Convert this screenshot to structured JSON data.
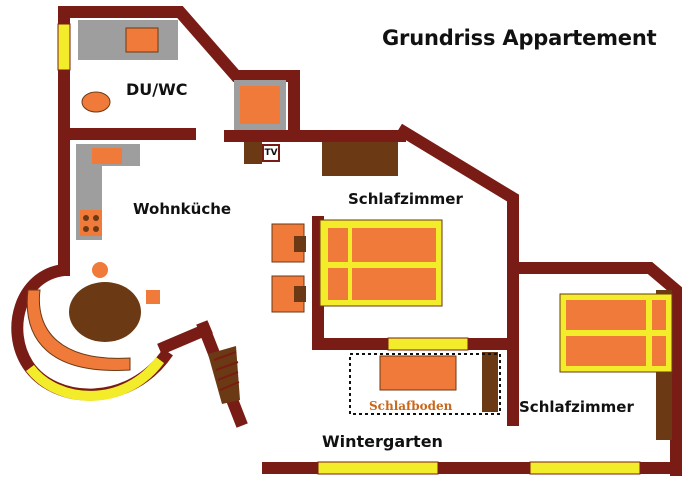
{
  "title": "Grundriss Appartement",
  "rooms": {
    "du_wc": "DU/WC",
    "wohnkueche": "Wohnküche",
    "schlafzimmer_1": "Schlafzimmer",
    "schlafzimmer_2": "Schlafzimmer",
    "schlafboden": "Schlafboden",
    "wintergarten": "Wintergarten"
  },
  "fixtures": {
    "tv_label": "TV"
  },
  "colors": {
    "wall": "#7a1c16",
    "furniture": "#f07a3a",
    "furniture_dark": "#6b3a14",
    "kitchen_counter": "#9e9e9e",
    "window": "#f2ec2a",
    "floor": "#ffffff"
  }
}
